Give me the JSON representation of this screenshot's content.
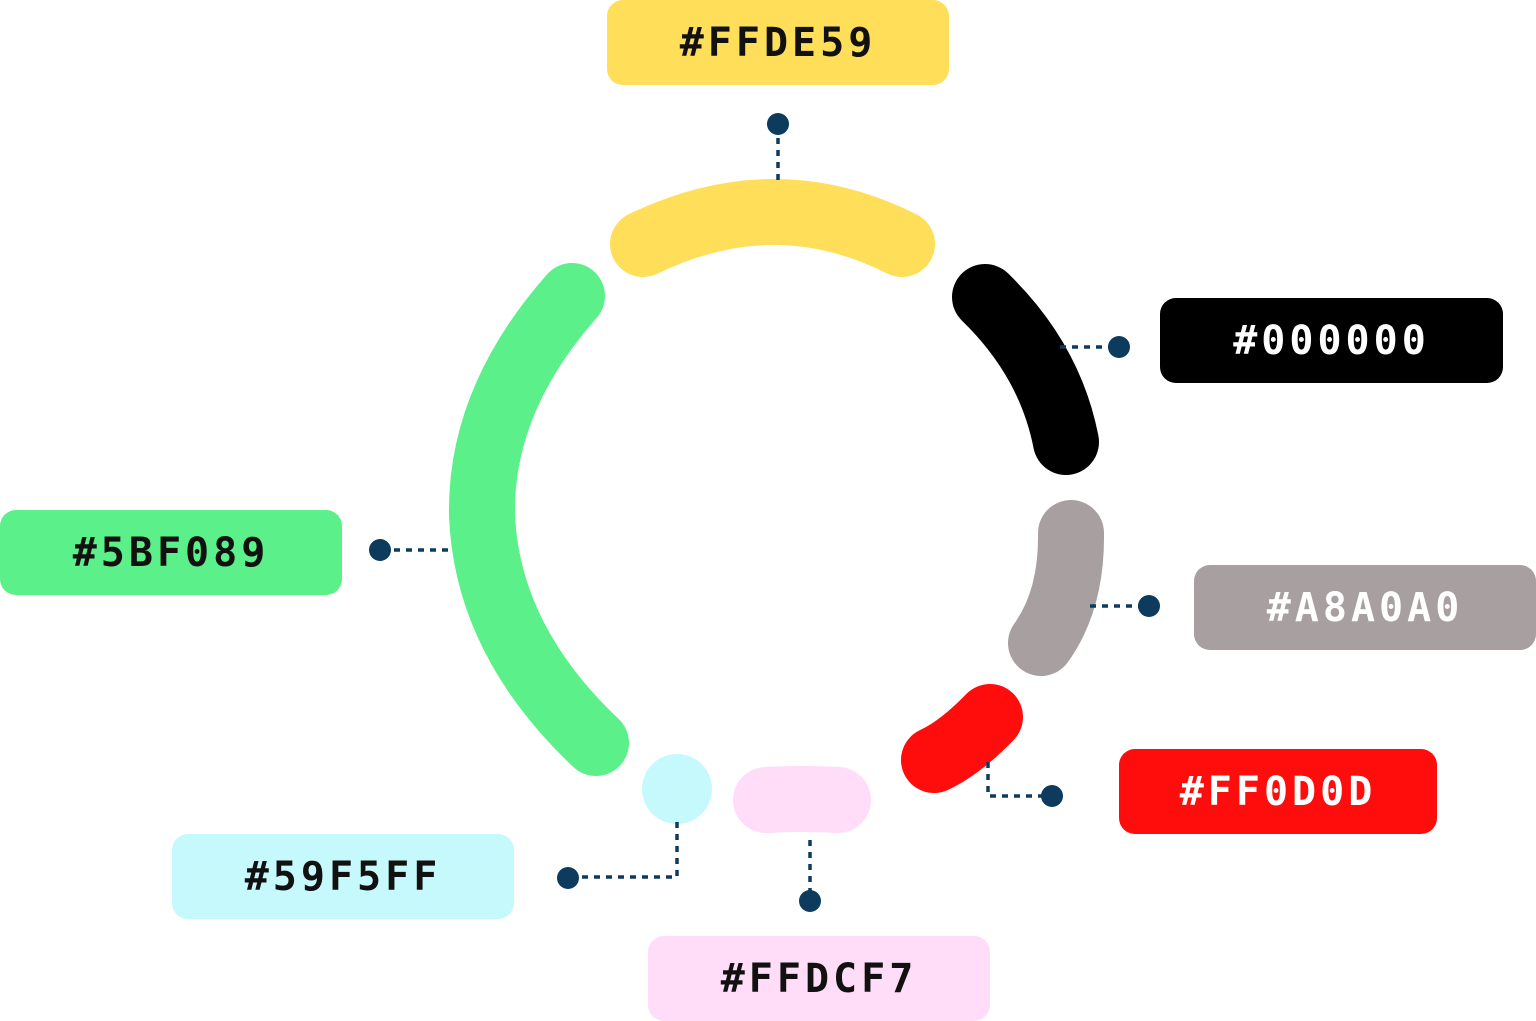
{
  "swatches": [
    {
      "id": "yellow",
      "hex": "#FFDE59",
      "color": "#FFDE59",
      "text_color": "#111111"
    },
    {
      "id": "black",
      "hex": "#000000",
      "color": "#000000",
      "text_color": "#FFFFFF"
    },
    {
      "id": "green",
      "hex": "#5BF089",
      "color": "#5BF089",
      "text_color": "#111111"
    },
    {
      "id": "gray",
      "hex": "#A8A0A0",
      "color": "#A8A0A0",
      "text_color": "#FFFFFF"
    },
    {
      "id": "red",
      "hex": "#FF0D0D",
      "color": "#FF0D0D",
      "text_color": "#FFFFFF"
    },
    {
      "id": "cyan",
      "hex": "#59F5FF",
      "color": "#C6F9FB",
      "text_color": "#111111"
    },
    {
      "id": "pink",
      "hex": "#FFDCF7",
      "color": "#FFDCF7",
      "text_color": "#111111"
    }
  ],
  "connector_color": "#0D3B5E"
}
